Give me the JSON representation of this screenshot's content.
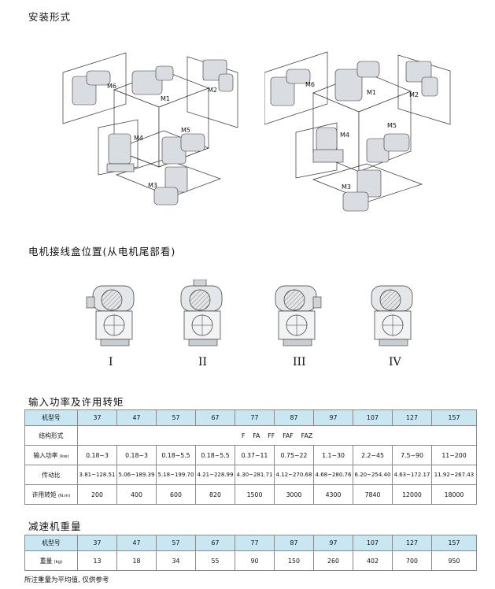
{
  "sections": {
    "mounting_title": "安装形式",
    "terminal_title": "电机接线盒位置(从电机尾部看)",
    "power_title": "输入功率及许用转矩",
    "weight_title": "减速机重量"
  },
  "mounting": {
    "left_labels": [
      "M1",
      "M2",
      "M3",
      "M4",
      "M5",
      "M6"
    ],
    "right_labels": [
      "M1",
      "M2",
      "M3",
      "M4",
      "M5",
      "M6"
    ]
  },
  "terminal_positions": [
    "I",
    "II",
    "III",
    "IV"
  ],
  "power_table": {
    "header_label": "机型号",
    "models": [
      "37",
      "47",
      "57",
      "67",
      "77",
      "87",
      "97",
      "107",
      "127",
      "157"
    ],
    "structure_label": "结构形式",
    "structure_value": "F    FA    FF    FAF    FAZ",
    "power_label": "输入功率",
    "power_unit": "(kw)",
    "power_values": [
      "0.18~3",
      "0.18~3",
      "0.18~5.5",
      "0.18~5.5",
      "0.37~11",
      "0.75~22",
      "1.1~30",
      "2.2~45",
      "7.5~90",
      "11~200"
    ],
    "ratio_label": "传动比",
    "ratio_values": [
      "3.81~128.51",
      "5.06~189.39",
      "5.18~199.70",
      "4.21~228.99",
      "4.30~281.71",
      "4.12~270.68",
      "4.68~280.76",
      "6.20~254.40",
      "4.63~172.17",
      "11.92~267.43"
    ],
    "torque_label": "许用转矩",
    "torque_unit": "(N.m)",
    "torque_values": [
      "200",
      "400",
      "600",
      "820",
      "1500",
      "3000",
      "4300",
      "7840",
      "12000",
      "18000"
    ]
  },
  "weight_table": {
    "header_label": "机型号",
    "models": [
      "37",
      "47",
      "57",
      "67",
      "77",
      "87",
      "97",
      "107",
      "127",
      "157"
    ],
    "weight_label": "重量",
    "weight_unit": "(kg)",
    "weight_values": [
      "13",
      "18",
      "34",
      "55",
      "90",
      "150",
      "260",
      "402",
      "700",
      "950"
    ]
  },
  "footnote": "所注重量为平均值, 仅供参考"
}
